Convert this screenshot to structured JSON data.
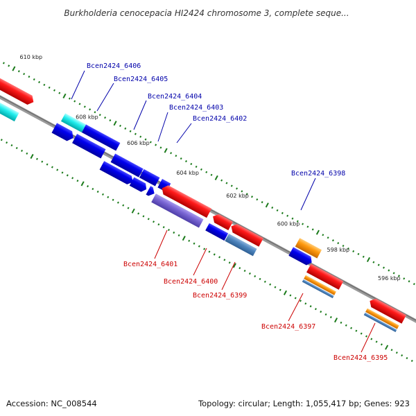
{
  "title": "Burkholderia cenocepacia HI2424 chromosome 3, complete seque...",
  "footer": {
    "accession": "Accession: NC_008544",
    "summary": "Topology: circular; Length: 1,055,417 bp; Genes: 923"
  },
  "colors": {
    "label_top": "#0000aa",
    "label_bottom": "#cc0000",
    "backbone": "#888888",
    "tick": "#1a7a1a"
  },
  "ticks": [
    {
      "label": "610 kbp"
    },
    {
      "label": "608 kbp"
    },
    {
      "label": "606 kbp"
    },
    {
      "label": "604 kbp"
    },
    {
      "label": "602 kbp"
    },
    {
      "label": "600 kbp"
    },
    {
      "label": "598 kbp"
    },
    {
      "label": "596 kbp"
    }
  ],
  "gene_labels": [
    {
      "id": "Bcen2424_6406",
      "strand": "top"
    },
    {
      "id": "Bcen2424_6405",
      "strand": "top"
    },
    {
      "id": "Bcen2424_6404",
      "strand": "top"
    },
    {
      "id": "Bcen2424_6403",
      "strand": "top"
    },
    {
      "id": "Bcen2424_6402",
      "strand": "top"
    },
    {
      "id": "Bcen2424_6398",
      "strand": "top"
    },
    {
      "id": "Bcen2424_6401",
      "strand": "bottom"
    },
    {
      "id": "Bcen2424_6400",
      "strand": "bottom"
    },
    {
      "id": "Bcen2424_6399",
      "strand": "bottom"
    },
    {
      "id": "Bcen2424_6397",
      "strand": "bottom"
    },
    {
      "id": "Bcen2424_6395",
      "strand": "bottom"
    }
  ]
}
